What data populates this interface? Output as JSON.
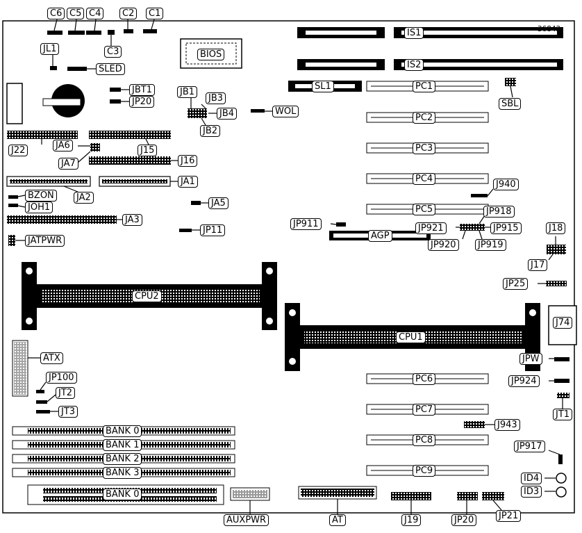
{
  "figure_number": "36843",
  "labels": {
    "c6": "C6",
    "c5": "C5",
    "c4": "C4",
    "c2": "C2",
    "c1": "C1",
    "c3": "C3",
    "jl1": "JL1",
    "sled": "SLED",
    "bios": "BIOS",
    "is1": "IS1",
    "is2": "IS2",
    "sl1": "SL1",
    "pc1": "PC1",
    "sbl": "SBL",
    "jbt1": "JBT1",
    "jp20_top": "JP20",
    "jb1": "JB1",
    "jb3": "JB3",
    "jb4": "JB4",
    "jb2": "JB2",
    "wol": "WOL",
    "pc2": "PC2",
    "j22": "J22",
    "ja6": "JA6",
    "j15": "J15",
    "pc3": "PC3",
    "ja7": "JA7",
    "j16": "J16",
    "ja1": "JA1",
    "pc4": "PC4",
    "j940": "J940",
    "ja2": "JA2",
    "bzon": "BZON",
    "ja5": "JA5",
    "joh1": "JOH1",
    "pc5": "PC5",
    "jp918": "JP918",
    "ja3": "JA3",
    "jp911": "JP911",
    "jp921": "JP921",
    "jp915": "JP915",
    "j18": "J18",
    "jp11": "JP11",
    "agp": "AGP",
    "jatpwr": "JATPWR",
    "jp920": "JP920",
    "jp919": "JP919",
    "j17": "J17",
    "cpu2": "CPU2",
    "jp25": "JP25",
    "j74": "J74",
    "cpu1": "CPU1",
    "atx": "ATX",
    "jpw": "JPW",
    "jp100": "JP100",
    "pc6": "PC6",
    "jp924": "JP924",
    "jt2": "JT2",
    "jt3": "JT3",
    "pc7": "PC7",
    "jt1": "JT1",
    "j943": "J943",
    "bank0": "BANK 0",
    "bank1": "BANK 1",
    "bank2": "BANK 2",
    "bank3": "BANK 3",
    "bank0b": "BANK 0",
    "pc8": "PC8",
    "jp917": "JP917",
    "pc9": "PC9",
    "id4": "ID4",
    "id3": "ID3",
    "auxpwr": "AUXPWR",
    "at": "AT",
    "j19": "J19",
    "jp20_bot": "JP20",
    "jp21": "JP21"
  }
}
